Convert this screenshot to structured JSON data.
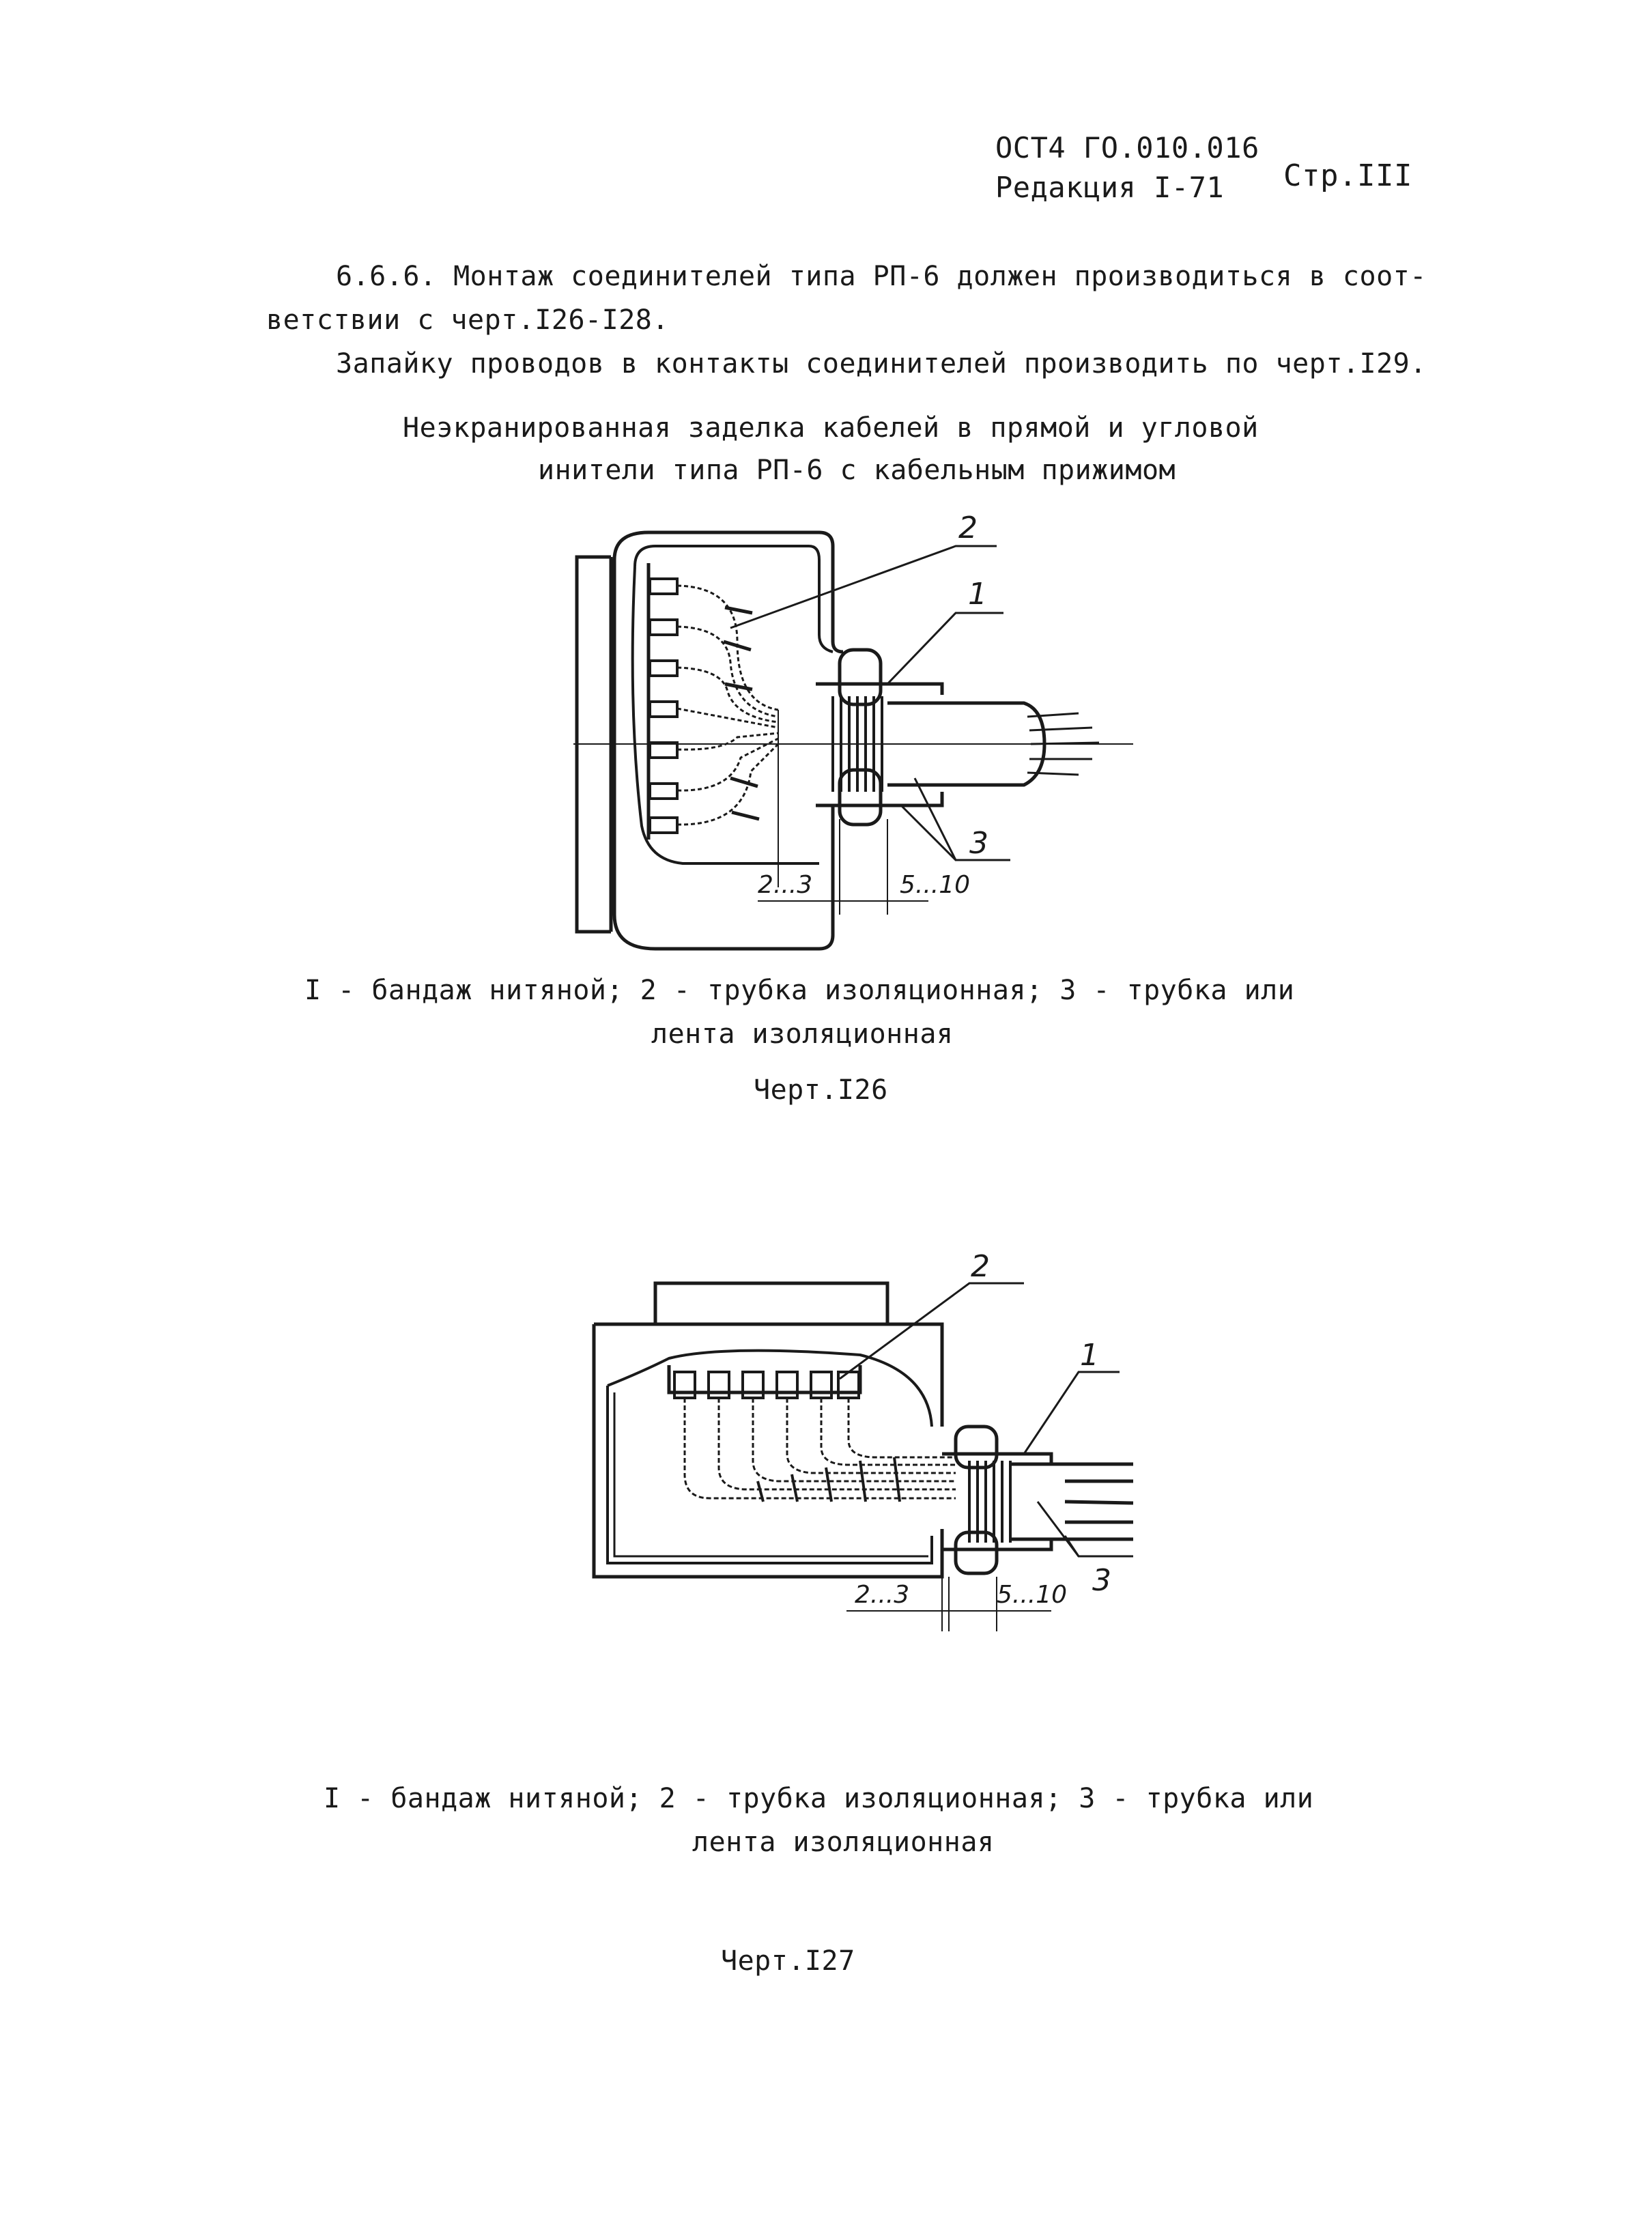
{
  "header": {
    "doc_code": "ОСТ4 ГО.010.016",
    "edition": "Редакция I-71",
    "page": "Стр.III"
  },
  "intro": {
    "line1": "6.6.6. Монтаж соединителей типа РП-6 должен производиться в соот-",
    "line2": "ветствии с черт.I26-I28.",
    "line3": "Запайку проводов в контакты соединителей производить по черт.I29."
  },
  "figure1": {
    "title_line1": "Неэкранированная заделка кабелей в прямой и угловой",
    "title_line2": "инители типа РП-6 с кабельным прижимом",
    "labels": {
      "n1": "1",
      "n2": "2",
      "n3": "3",
      "dim_left": "2...3",
      "dim_right": "5...10"
    },
    "legend_line1": "I - бандаж нитяной; 2 - трубка изоляционная; 3 - трубка или",
    "legend_line2": "лента изоляционная",
    "caption": "Черт.I26"
  },
  "figure2": {
    "labels": {
      "n1": "1",
      "n2": "2",
      "n3": "3",
      "dim_left": "2...3",
      "dim_right": "5...10"
    },
    "legend_line1": "I - бандаж нитяной; 2 - трубка изоляционная; 3 - трубка или",
    "legend_line2": "лента изоляционная",
    "caption": "Черт.I27"
  }
}
